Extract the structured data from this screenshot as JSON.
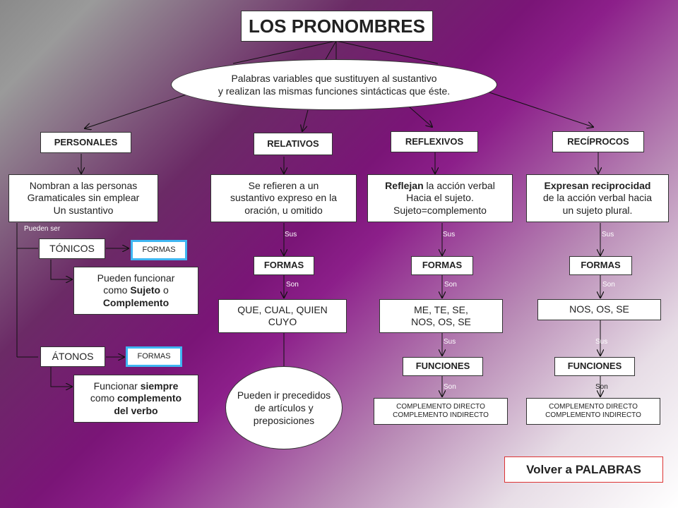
{
  "title": "LOS PRONOMBRES",
  "definition": {
    "line1": "Palabras variables que sustituyen al sustantivo",
    "line2": "y realizan las mismas funciones sintácticas que éste."
  },
  "categories": {
    "personales": "PERSONALES",
    "relativos": "RELATIVOS",
    "reflexivos": "REFLEXIVOS",
    "reciprocos": "RECÍPROCOS"
  },
  "desc": {
    "personales": {
      "l1": "Nombran a las personas",
      "l2": "Gramaticales sin emplear",
      "l3": "Un sustantivo"
    },
    "relativos": {
      "l1": "Se refieren a un",
      "l2": "sustantivo expreso en la",
      "l3": "oración, u omitido"
    },
    "reflexivos": {
      "b1": "Reflejan",
      "l1": " la acción verbal",
      "l2": "Hacia el sujeto.",
      "l3": "Sujeto=complemento"
    },
    "reciprocos": {
      "b1": "Expresan reciprocidad",
      "l2": "de la acción verbal hacia",
      "l3": "un sujeto plural."
    }
  },
  "labels": {
    "pueden_ser": "Pueden ser",
    "sus": "Sus",
    "son": "Son"
  },
  "personales_sub": {
    "tonicos": "TÓNICOS",
    "atonos": "ÁTONOS",
    "formas": "FORMAS",
    "tonicos_desc": {
      "l1": "Pueden funcionar",
      "l2a": "como ",
      "l2b": "Sujeto",
      "l2c": " o",
      "l3": "Complemento"
    },
    "atonos_desc": {
      "l1a": "Funcionar ",
      "l1b": "siempre",
      "l2a": "como ",
      "l2b": "complemento",
      "l3": "del verbo"
    }
  },
  "formas": "FORMAS",
  "funciones": "FUNCIONES",
  "relativos_forms": {
    "l1": "QUE, CUAL, QUIEN",
    "l2": "CUYO"
  },
  "relativos_note": {
    "l1": "Pueden ir precedidos",
    "l2": "de artículos y",
    "l3": "preposiciones"
  },
  "reflexivos_forms": {
    "l1": "ME, TE, SE,",
    "l2": "NOS, OS, SE"
  },
  "reciprocos_forms": "NOS, OS, SE",
  "complementos": {
    "l1": "COMPLEMENTO DIRECTO",
    "l2": "COMPLEMENTO INDIRECTO"
  },
  "back_button": "Volver a PALABRAS"
}
